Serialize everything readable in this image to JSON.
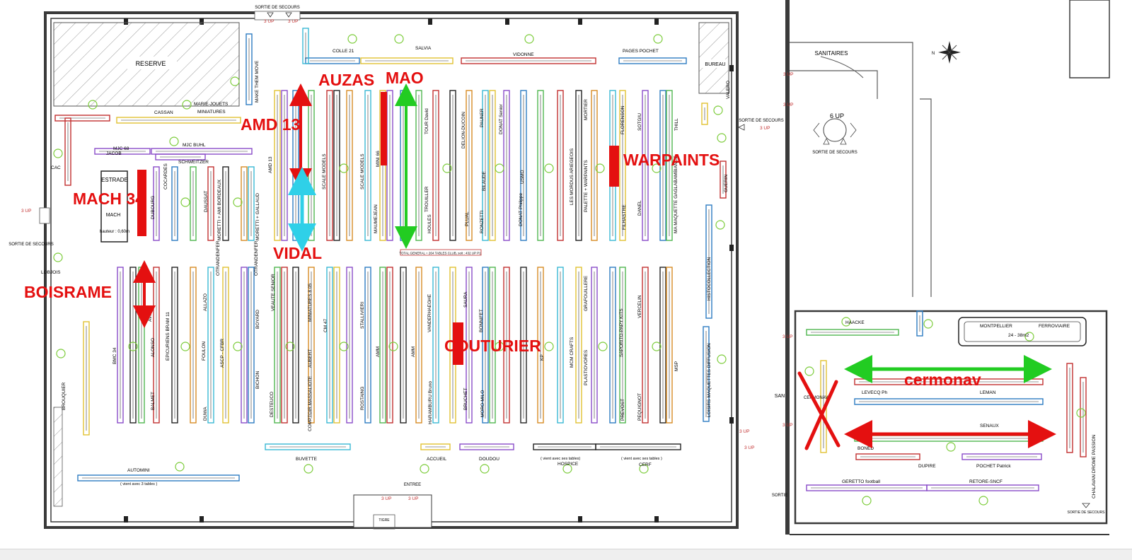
{
  "colors": {
    "wall": "#3a3a3a",
    "red": "#e41010",
    "green": "#22cc22",
    "cyan": "#2fd0e8",
    "circle": "#7ccc3a",
    "table_palette": [
      "#e0c232",
      "#8a4cc9",
      "#2e7cc2",
      "#4fb64f",
      "#c23030",
      "#222222",
      "#d78b25",
      "#3ab8d4"
    ]
  },
  "rooms": {
    "reserve": "RESERVE",
    "bureau": "BUREAU",
    "sanitaires": "SANITAIRES",
    "estrade": "ESTRADE",
    "mach_stage": "MACH",
    "hauteur": "hauteur : 0,60m",
    "total_note": "TOTAL GENERAL = 264 TABLES CLUB, soit : 432 UP P1",
    "san": "SAN"
  },
  "exits": {
    "top": "SORTIE DE SECOURS",
    "right": "SORTIE DE SECOURS",
    "left": "SORTIE DE SECOURS",
    "annex": "SORTIE DE SECOURS",
    "bottom_annex": "SORTIE DE SECOURS",
    "annex_ups": "6 UP",
    "up3": "3 UP",
    "entree": "ENTREE",
    "tigre": "TIGRE",
    "sortie": "SORTIE"
  },
  "compass_letter": "N",
  "stand_labels": {
    "colle21": "COLLE 21",
    "salvia": "SALVIA",
    "vidonne": "VIDONNE",
    "pages_pochet": "PAGES POCHET",
    "make_them_move": "MAKE THEM MOVE",
    "cassan": "CASSAN",
    "marie_jouets": "MARIE-JOUETS",
    "miniatures": "MINIATURES",
    "mjc68": "MJC 68",
    "jacob": "JACOB",
    "mjc_buhl": "MJC BUHL",
    "schweitzer": "SCHWEITZER",
    "cac": "CAC",
    "valero": "VALERO",
    "guerin": "GUERIN",
    "amd13_small": "AMD 13",
    "scale_models": "SCALE MODELS",
    "mini66": "MINI 66",
    "tour_david": "TOUR David",
    "delion_ducoin": "DELION-DUCOIN",
    "pauner": "PAUNER",
    "donat_senior": "DONAT Senior",
    "mortier": "MORTIER",
    "florenson": "FLORENSON",
    "sotgiu": "SOTGIU",
    "thill": "THILL",
    "dubourg": "DUBOURG",
    "cocardes": "COCARDES",
    "daussat": "DAUSSAT",
    "moretti_bordeaux": "MORETTI + AMI BORDEAUX",
    "moretti_gallaud": "MORETTI + GALLAUD",
    "maumejean": "MAUMEJEAN",
    "trouiller": "TROUILLER",
    "houles": "HOULES",
    "plual": "PLUAL",
    "ronzetti": "RONZETTI",
    "bilaude": "BILAUDE",
    "donat_philippe": "DONAT Philippe",
    "usmo": "USMO",
    "mordus": "LES MORDUS ARIEGEOIS",
    "palette_warpaints": "PALETTE + WARPAINTS",
    "filhastre": "FILHASTRE",
    "danel": "DANEL",
    "maquettes_ambiance": "MA MAQUETTE GAGLABAMBIANCE",
    "lobjois": "LOBJOIS",
    "histocollection": "HISTOCOLLECTION",
    "bmc34": "BMC 34",
    "avit": "AVIT",
    "alonso": "ALONSO",
    "balmet": "BALMET",
    "epicuriens": "EPICURIENS BRAM 11",
    "allazo": "ALLAZO",
    "otrandenfer": "OTRANDENFER",
    "foulon": "FOULON",
    "ascp_cfbr": "ASCP - CFBR",
    "boyard": "BOYARD",
    "bichon": "BICHON",
    "duwa": "DUWA",
    "veaute": "VEAUTE SENIOR",
    "desteuco": "DESTEUCO",
    "aubert": "AUBERT",
    "miniatures805": "MINIATURES 8 05",
    "comptoir": "COMPTOIR MASSALIOTE",
    "cm47": "CM 47",
    "stallivieri": "STALLIVIERI",
    "rostaing": "ROSTAING",
    "amm": "AMM",
    "vanderhaeghe": "VANDERHAEGHE",
    "haramburu": "HARAMBURU Bruno",
    "saura": "SAURA",
    "bonniffet": "BONNIFET",
    "bruchet": "BRUCHET",
    "moro_milo": "MORO-MILO",
    "kp": "KP",
    "mcm_crafts": "MCM CRAFTS",
    "grafouillere": "GRAFOUILLERE",
    "plastiovores": "PLASTIOVORES",
    "saporito": "SAPORITO-PAPY KITS",
    "prevost": "PREVOST",
    "vercelin": "VERCELIN",
    "pequignot": "PEQUIGNOT",
    "msp": "MSP",
    "loisirs_maquettes": "LOISIRS MAQUETTES DIFFUSION",
    "brouquier": "BROUQUIER",
    "automini": "AUTOMINI",
    "automini_note": "( vient avec 3 tables )",
    "buvette": "BUVETTE",
    "accueil": "ACCUEIL",
    "doudou": "DOUDOU",
    "hospice_note": "( vient avec ses tables)",
    "hospice": "HOSPICE",
    "cerf_note": "( vient avec ses tables )",
    "cerf": "CERF",
    "haacke": "HAACKE",
    "montpellier": "MONTPELLIER",
    "ferroviaire": "FERROVIAIRE",
    "montpellier_size": "24 - 38m2",
    "levecq": "LEVECQ Ph",
    "leman": "LEMAN",
    "senaux": "SENAUX",
    "boned": "BONED",
    "dupire": "DUPIRE",
    "pochet_patrick": "POCHET Patrick",
    "geretto": "GERETTO  football",
    "retore": "RETORE-SNCF",
    "chalavan": "CHALAVAN DROME PASSION",
    "cermonav_small": "CERMONAV"
  },
  "annotations": {
    "auzas": "AUZAS",
    "mao": "MAO",
    "amd13": "AMD 13",
    "warpaints": "WARPAINTS",
    "mach34": "MACH 34",
    "vidal": "VIDAL",
    "boisrame": "BOISRAME",
    "couturier": "COUTURIER",
    "cermonav": "cermonav"
  }
}
